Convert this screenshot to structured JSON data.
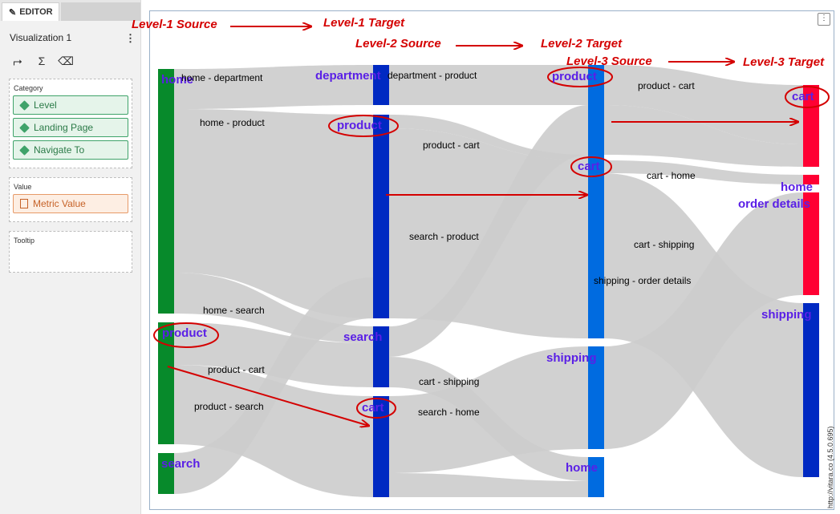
{
  "editor": {
    "tab_label": "EDITOR",
    "viz_title": "Visualization 1",
    "menu_glyph": "⋮",
    "tools": [
      {
        "name": "swap-axes-icon",
        "glyph": "⮣"
      },
      {
        "name": "sigma-icon",
        "glyph": "Σ"
      },
      {
        "name": "eraser-icon",
        "glyph": "⌫"
      }
    ],
    "category": {
      "title": "Category",
      "items": [
        "Level",
        "Landing Page",
        "Navigate To"
      ]
    },
    "value": {
      "title": "Value",
      "items": [
        "Metric Value"
      ]
    },
    "tooltip": {
      "title": "Tooltip"
    }
  },
  "annotations": {
    "l1_source": "Level-1 Source",
    "l1_target": "Level-1 Target",
    "l2_source": "Level-2 Source",
    "l2_target": "Level-2 Target",
    "l3_source": "Level-3 Source",
    "l3_target": "Level-3 Target",
    "arrow_color": "#d40000"
  },
  "nodes": {
    "c0_home": "home",
    "c0_product": "product",
    "c0_search": "search",
    "c1_department": "department",
    "c1_product": "product",
    "c1_search": "search",
    "c1_cart": "cart",
    "c2_product": "product",
    "c2_cart": "cart",
    "c2_shipping": "shipping",
    "c2_home": "home",
    "c3_cart": "cart",
    "c3_home": "home",
    "c3_order_details": "order details",
    "c3_shipping": "shipping"
  },
  "links": {
    "home_department": "home - department",
    "home_product": "home - product",
    "home_search": "home - search",
    "product_cart_1": "product - cart",
    "product_search": "product - search",
    "department_product": "department - product",
    "product_cart_2": "product - cart",
    "search_product": "search - product",
    "cart_shipping": "cart - shipping",
    "search_home": "search - home",
    "product_cart_3": "product - cart",
    "cart_home": "cart - home",
    "cart_shipping_2": "cart - shipping",
    "shipping_order_details": "shipping - order details"
  },
  "colors": {
    "green": "#078a2b",
    "dark_blue": "#0029c2",
    "mid_blue": "#006be0",
    "red": "#ff0033",
    "flow": "#c8c8c8"
  },
  "watermark": "http://vitara.co  (4.5.0.695)"
}
